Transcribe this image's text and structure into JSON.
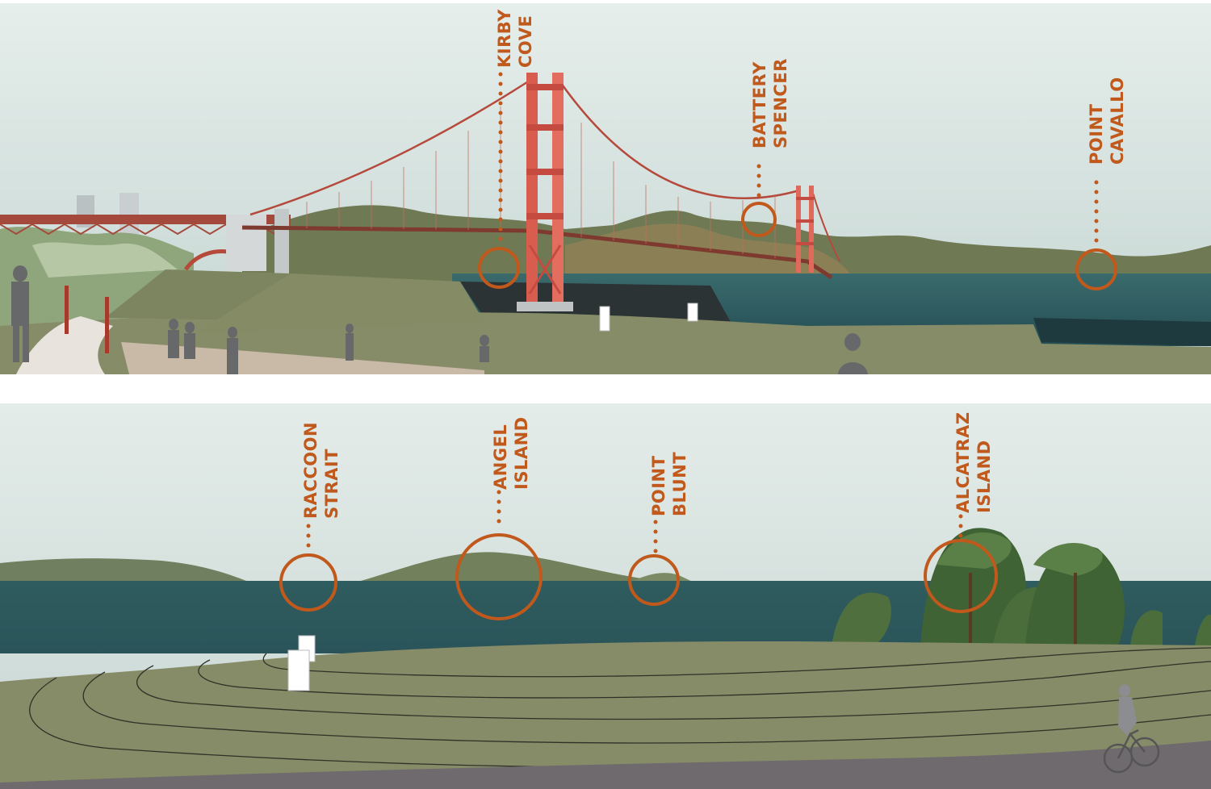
{
  "colors": {
    "accent": "#c0591b",
    "sky_top": "#e3ebe8",
    "sky_bottom": "#c6d6d3",
    "water": "#2d5a5e",
    "ground": "#878c68",
    "bridge": "#d85c4e",
    "path": "#6f6a6d"
  },
  "top_panel": {
    "landmarks": [
      {
        "line1": "KIRBY",
        "line2": "COVE"
      },
      {
        "line1": "BATTERY",
        "line2": "SPENCER"
      },
      {
        "line1": "POINT",
        "line2": "CAVALLO"
      }
    ]
  },
  "bottom_panel": {
    "landmarks": [
      {
        "line1": "RACCOON",
        "line2": "STRAIT"
      },
      {
        "line1": "ANGEL",
        "line2": "ISLAND"
      },
      {
        "line1": "POINT",
        "line2": "BLUNT"
      },
      {
        "line1": "ALCATRAZ",
        "line2": "ISLAND"
      }
    ]
  }
}
